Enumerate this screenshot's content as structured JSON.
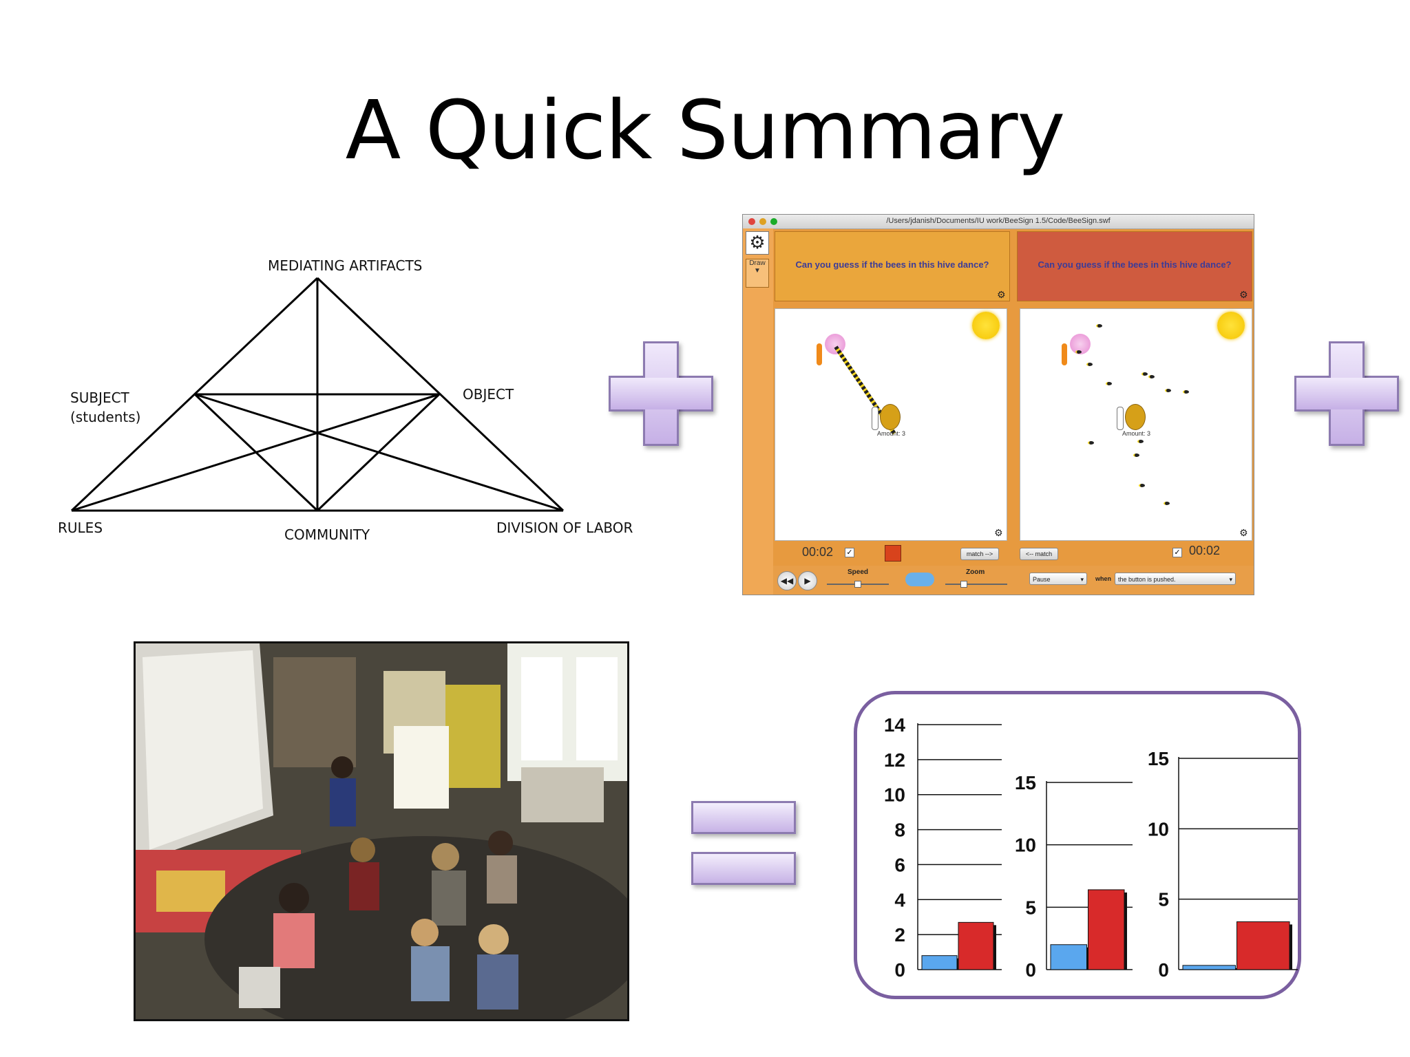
{
  "slide": {
    "title": "A Quick Summary"
  },
  "triangle": {
    "top_label": "MEDIATING ARTIFACTS",
    "subject_label": "SUBJECT\n(students)",
    "object_label": "OBJECT",
    "rules_label": "RULES",
    "community_label": "COMMUNITY",
    "division_label": "DIVISION OF LABOR"
  },
  "simulation": {
    "file_path": "/Users/jdanish/Documents/IU work/BeeSign 1.5/Code/BeeSign.swf",
    "draw_label": "Draw",
    "left_prompt": "Can you guess if the bees in this hive dance?",
    "right_prompt": "Can you guess if the bees in this hive dance?",
    "left_amount": "Amount: 3",
    "right_amount": "Amount: 3",
    "left_timer": "00:02",
    "right_timer": "00:02",
    "match_right": "match -->",
    "match_left": "<-- match",
    "speed_label": "Speed",
    "zoom_label": "Zoom",
    "pause_select": "Pause",
    "when_label": "when",
    "condition_select": "the button is pushed.",
    "colors": {
      "left_panel": "#e9a33b",
      "right_panel": "#cf5b3f",
      "window": "#e79a3f"
    }
  },
  "photo": {
    "description_icon": "classroom-photo"
  },
  "charts": {
    "colors": {
      "blue": "#5aa7ee",
      "red": "#d82a2a"
    }
  },
  "chart_data": [
    {
      "type": "bar",
      "categories": [
        "blue",
        "red"
      ],
      "values": [
        0.8,
        2.7
      ],
      "ylim": [
        0,
        14
      ],
      "yticks": [
        "0",
        "2",
        "4",
        "6",
        "8",
        "10",
        "12",
        "14"
      ],
      "title": "",
      "xlabel": "",
      "ylabel": ""
    },
    {
      "type": "bar",
      "categories": [
        "blue",
        "red"
      ],
      "values": [
        2.0,
        6.4
      ],
      "ylim": [
        0,
        15
      ],
      "yticks": [
        "0",
        "5",
        "10",
        "15"
      ],
      "title": "",
      "xlabel": "",
      "ylabel": ""
    },
    {
      "type": "bar",
      "categories": [
        "blue",
        "red"
      ],
      "values": [
        0.3,
        3.4
      ],
      "ylim": [
        0,
        15
      ],
      "yticks": [
        "0",
        "5",
        "10",
        "15"
      ],
      "title": "",
      "xlabel": "",
      "ylabel": ""
    }
  ]
}
